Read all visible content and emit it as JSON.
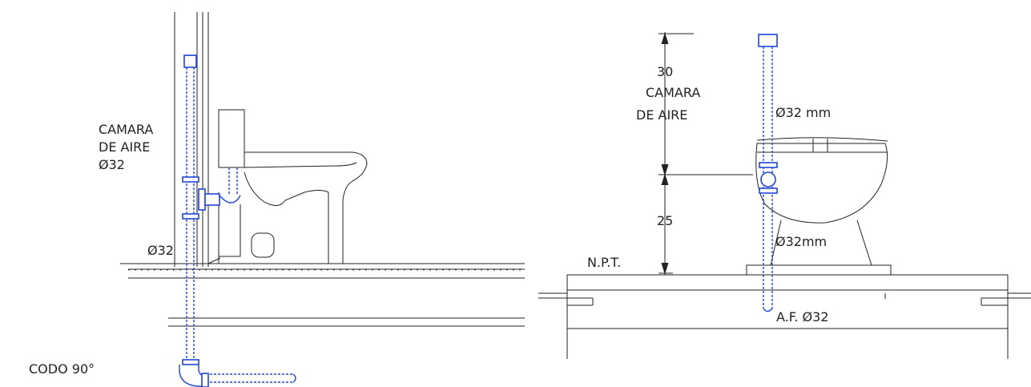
{
  "colors": {
    "line": "#222222",
    "pipe": "#1f45d6",
    "background": "#ffffff"
  },
  "left_view": {
    "camara_line1": "CAMARA",
    "camara_line2": "DE AIRE",
    "camara_line3": "Ø32",
    "pipe_label": "Ø32",
    "elbow_label": "CODO 90°"
  },
  "right_view": {
    "dim_top": "30",
    "camara_line1": "CAMARA",
    "camara_line2": "DE AIRE",
    "dim_bottom": "25",
    "floor_label": "N.P.T.",
    "pipe_upper": "Ø32 mm",
    "pipe_lower": "Ø32mm",
    "supply_label": "A.F. Ø32"
  }
}
